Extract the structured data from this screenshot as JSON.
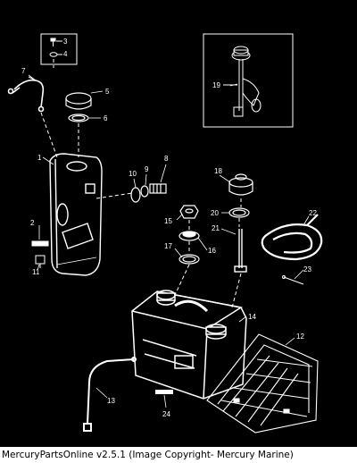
{
  "callouts": {
    "n1": "1",
    "n2": "2",
    "n3": "3",
    "n4": "4",
    "n5": "5",
    "n6": "6",
    "n7": "7",
    "n8": "8",
    "n9": "9",
    "n10": "10",
    "n11": "11",
    "n12": "12",
    "n13": "13",
    "n14": "14",
    "n15": "15",
    "n16": "16",
    "n17": "17",
    "n18": "18",
    "n19": "19",
    "n20": "20",
    "n21": "21",
    "n22": "22",
    "n23": "23",
    "n24": "24"
  },
  "footer": {
    "caption": "MercuryPartsOnline v2.5.1 (Image Copyright- Mercury Marine)"
  },
  "colors": {
    "background": "#000000",
    "line_art": "#ffffff",
    "footer_bg": "#ffffff",
    "footer_text": "#000000"
  }
}
